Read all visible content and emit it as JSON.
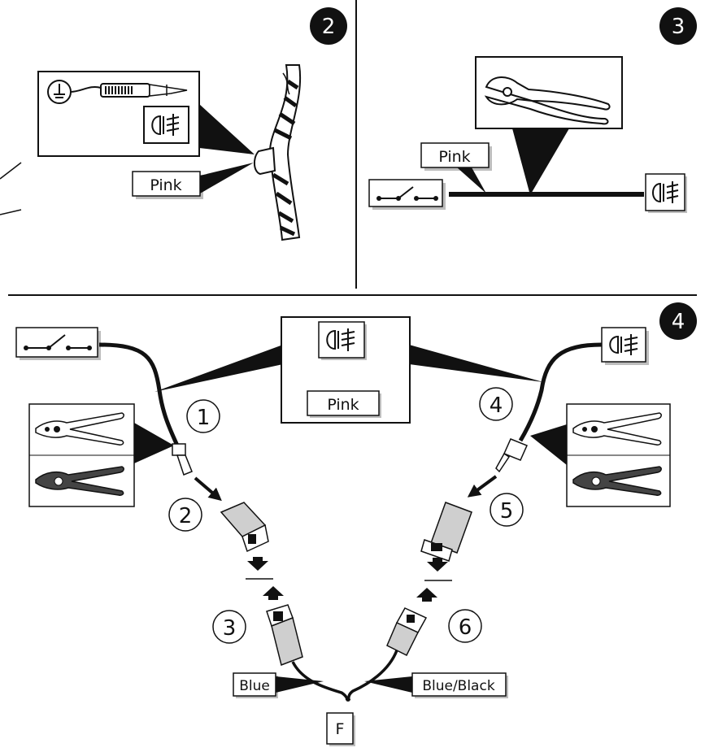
{
  "steps": {
    "step2": "2",
    "step3": "3",
    "step4": "4"
  },
  "labels": {
    "pink_step2": "Pink",
    "pink_step3": "Pink",
    "pink_step4": "Pink",
    "blue": "Blue",
    "blue_black": "Blue/Black",
    "connector_f": "F"
  },
  "callouts": [
    "1",
    "2",
    "3",
    "4",
    "5",
    "6"
  ],
  "icons": {
    "ground": "ground-icon",
    "test_light": "test-light-icon",
    "fog_lamp": "fog-lamp-icon",
    "switch": "switch-icon",
    "cutter": "wire-cutter-icon",
    "crimper": "crimping-tool-icon",
    "connector": "connector-icon"
  },
  "colors": {
    "line": "#111111",
    "background": "#ffffff",
    "connector_fill": "#cfcfcf",
    "label_shadow": "#bdbdbd"
  }
}
